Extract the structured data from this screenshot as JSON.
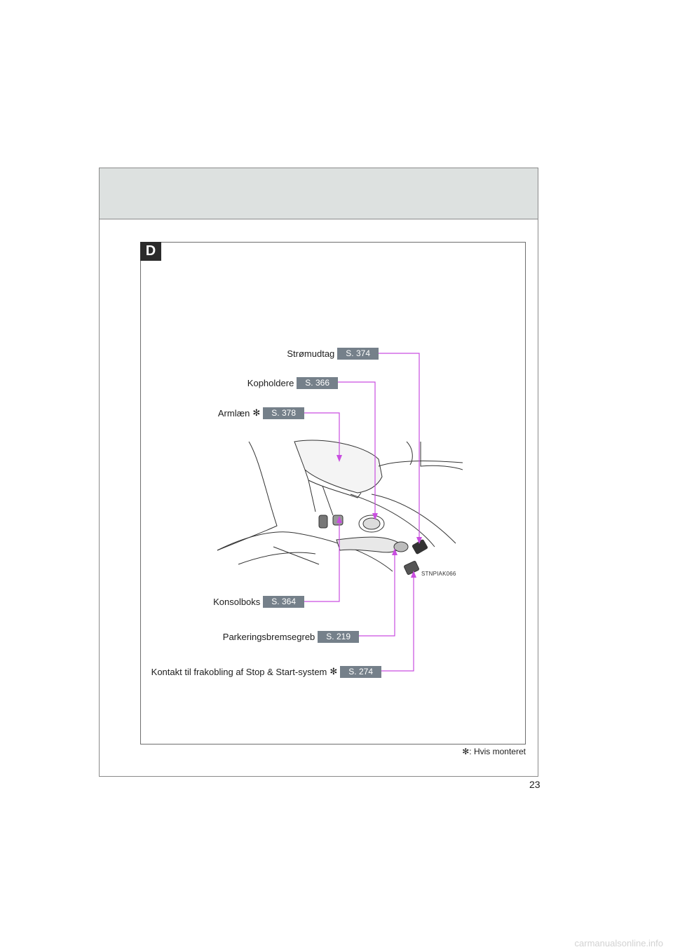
{
  "section": {
    "badge": "D"
  },
  "callouts": [
    {
      "label": "Strømudtag",
      "page_ref": "S. 374",
      "asterisk": ""
    },
    {
      "label": "Kopholdere",
      "page_ref": "S. 366",
      "asterisk": ""
    },
    {
      "label": "Armlæn",
      "page_ref": "S. 378",
      "asterisk": "✻"
    },
    {
      "label": "Konsolboks",
      "page_ref": "S. 364",
      "asterisk": ""
    },
    {
      "label": "Parkeringsbremsegreb",
      "page_ref": "S. 219",
      "asterisk": ""
    },
    {
      "label": "Kontakt til frakobling af Stop & Start-system",
      "page_ref": "S. 274",
      "asterisk": "✻"
    }
  ],
  "illustration": {
    "code": "STNPIAK066",
    "subject": "center-console-illustration"
  },
  "footnote": {
    "symbol": "✻",
    "text": ": Hvis monteret"
  },
  "page_number": "23",
  "watermark": "carmanualsonline.info",
  "colors": {
    "leader_line": "#c94ee0",
    "page_ref_bg": "#75808a",
    "header_band": "#dde1e0"
  }
}
